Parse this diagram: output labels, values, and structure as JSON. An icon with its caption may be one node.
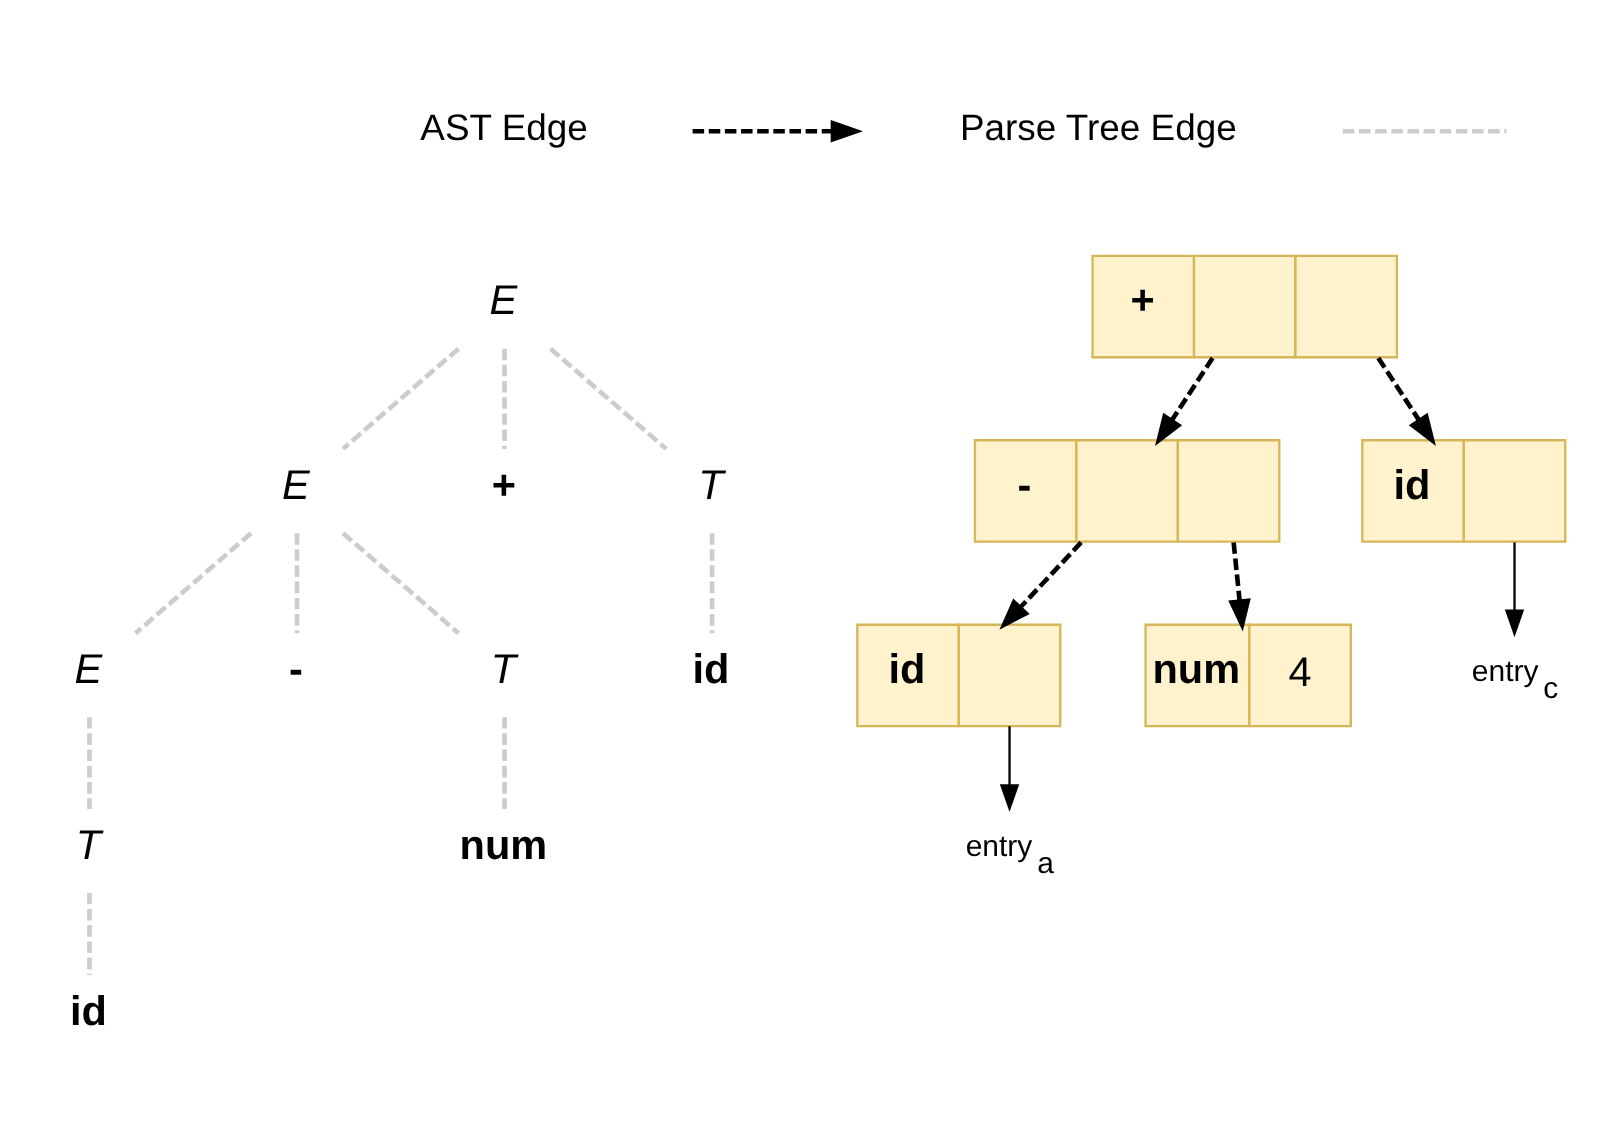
{
  "diagram": {
    "nodes": [
      {
        "text": [
          "E"
        ]
      },
      {
        "text": [
          "E"
        ]
      },
      {
        "text": [
          "+"
        ]
      },
      {
        "text": [
          "T"
        ]
      },
      {
        "text": [
          "E"
        ]
      },
      {
        "text": [
          "-"
        ]
      },
      {
        "text": [
          "T"
        ]
      },
      {
        "text": [
          "id"
        ]
      },
      {
        "text": [
          "T"
        ]
      },
      {
        "text": [
          "id"
        ]
      },
      {
        "text": [
          "num"
        ]
      },
      {
        "text": [
          "+"
        ]
      },
      {
        "text": [
          "-"
        ]
      },
      {
        "text": [
          "id"
        ]
      },
      {
        "text": [
          "id"
        ]
      },
      {
        "text": [
          "num",
          "4"
        ]
      },
      {
        "text": [
          "entry$_{c}$"
        ]
      },
      {
        "text": [
          "entry$_{a}$"
        ]
      }
    ],
    "edges": [
      {
        "from": 0,
        "to": 1,
        "arrow": "none",
        "style": "dashed",
        "color": "#cccccc"
      },
      {
        "from": 0,
        "to": 2,
        "arrow": "none",
        "style": "dashed",
        "color": "#cccccc"
      },
      {
        "from": 0,
        "to": 3,
        "arrow": "none",
        "style": "dashed",
        "color": "#cccccc"
      },
      {
        "from": 1,
        "to": 4,
        "arrow": "none",
        "style": "dashed",
        "color": "#cccccc"
      },
      {
        "from": 1,
        "to": 5,
        "arrow": "none",
        "style": "dashed",
        "color": "#cccccc"
      },
      {
        "from": 1,
        "to": 6,
        "arrow": "none",
        "style": "dashed",
        "color": "#cccccc"
      },
      {
        "from": 3,
        "to": 7,
        "arrow": "none",
        "style": "dashed",
        "color": "#cccccc"
      },
      {
        "from": 4,
        "to": 8,
        "arrow": "none",
        "style": "dashed",
        "color": "#cccccc"
      },
      {
        "from": 8,
        "to": 9,
        "arrow": "none",
        "style": "dashed",
        "color": "#cccccc"
      },
      {
        "from": 6,
        "to": 10,
        "arrow": "none",
        "style": "dashed",
        "color": "#cccccc"
      },
      {
        "from": 11,
        "to": 12,
        "arrow": "to",
        "style": "dashed",
        "color": "#000000"
      },
      {
        "from": 11,
        "to": 13,
        "arrow": "to",
        "style": "dashed",
        "color": "#000000"
      },
      {
        "from": 12,
        "to": 14,
        "arrow": "to",
        "style": "dashed",
        "color": "#000000"
      },
      {
        "from": 12,
        "to": 15,
        "arrow": "to",
        "style": "dashed",
        "color": "#000000"
      },
      {
        "from": 13,
        "to": 16,
        "arrow": "to",
        "color": "#000000"
      },
      {
        "from": 14,
        "to": 17,
        "arrow": "to",
        "color": "#000000"
      }
    ],
    "legend": [
      {
        "text": "AST Edge"
      },
      {
        "text": "Parse Tree Edge"
      }
    ]
  }
}
